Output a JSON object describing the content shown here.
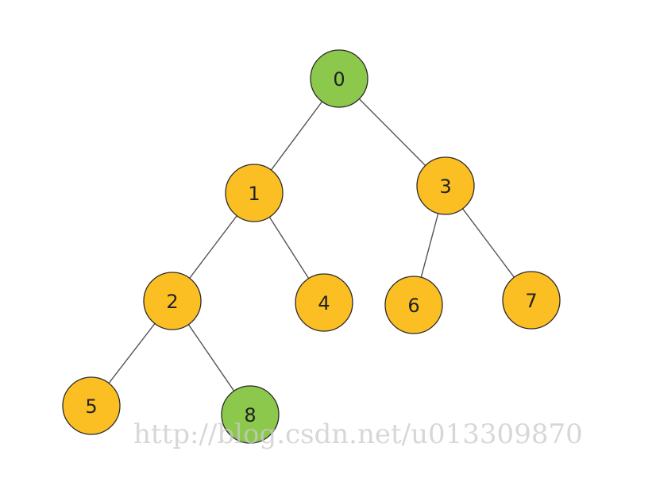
{
  "colors": {
    "highlight_node": "#8cc84b",
    "default_node": "#fbbf24",
    "edge": "#555555"
  },
  "nodes": [
    {
      "id": "n0",
      "label": "0",
      "highlight": true
    },
    {
      "id": "n1",
      "label": "1",
      "highlight": false
    },
    {
      "id": "n3",
      "label": "3",
      "highlight": false
    },
    {
      "id": "n2",
      "label": "2",
      "highlight": false
    },
    {
      "id": "n4",
      "label": "4",
      "highlight": false
    },
    {
      "id": "n6",
      "label": "6",
      "highlight": false
    },
    {
      "id": "n7",
      "label": "7",
      "highlight": false
    },
    {
      "id": "n5",
      "label": "5",
      "highlight": false
    },
    {
      "id": "n8",
      "label": "8",
      "highlight": true
    }
  ],
  "edges": [
    {
      "from": "n0",
      "to": "n1"
    },
    {
      "from": "n0",
      "to": "n3"
    },
    {
      "from": "n1",
      "to": "n2"
    },
    {
      "from": "n1",
      "to": "n4"
    },
    {
      "from": "n3",
      "to": "n6"
    },
    {
      "from": "n3",
      "to": "n7"
    },
    {
      "from": "n2",
      "to": "n5"
    },
    {
      "from": "n2",
      "to": "n8"
    }
  ],
  "watermark": "http://blog.csdn.net/u013309870"
}
